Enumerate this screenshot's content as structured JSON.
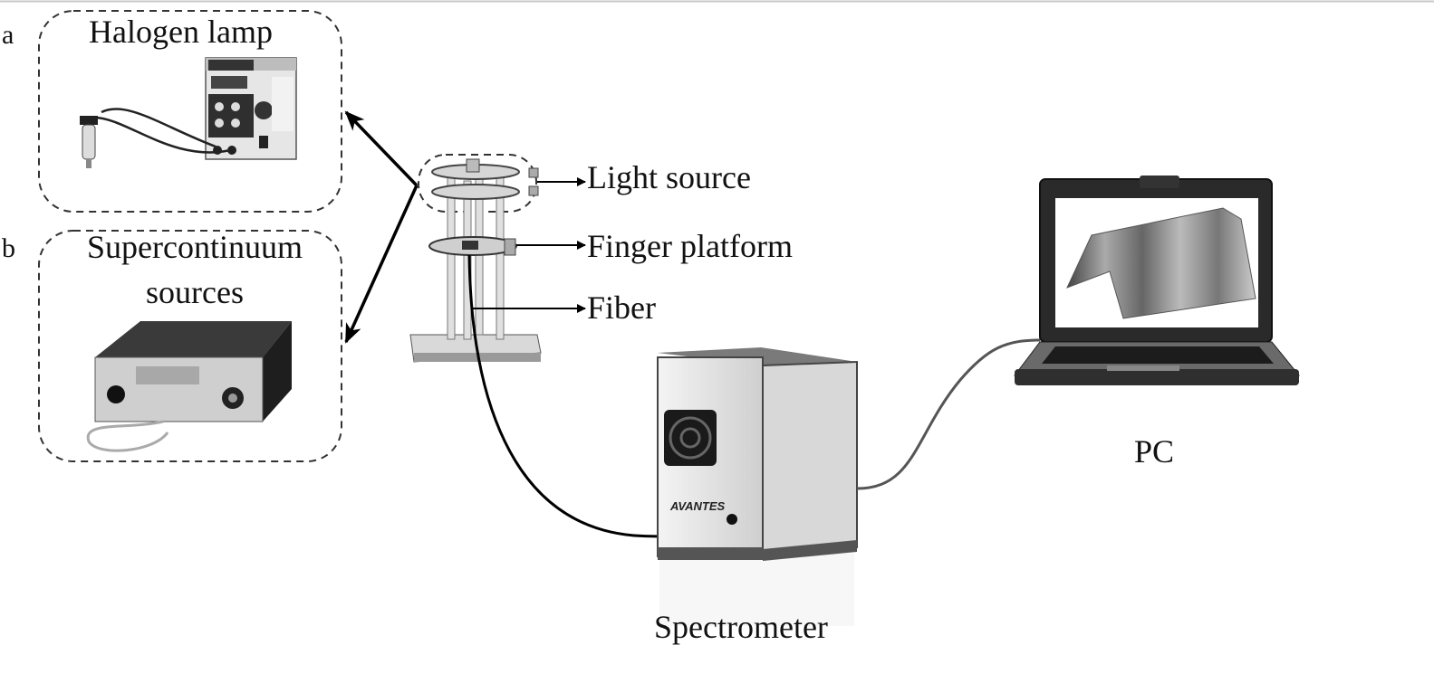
{
  "panels": {
    "a": {
      "letter": "a",
      "title": "Halogen lamp"
    },
    "b": {
      "letter": "b",
      "title_line1": "Supercontinuum",
      "title_line2": "sources"
    }
  },
  "setup_labels": {
    "light_source": "Light source",
    "finger_platform": "Finger platform",
    "fiber": "Fiber"
  },
  "devices": {
    "spectrometer": {
      "label": "Spectrometer",
      "brand": "AVANTES"
    },
    "pc": {
      "label": "PC"
    }
  }
}
